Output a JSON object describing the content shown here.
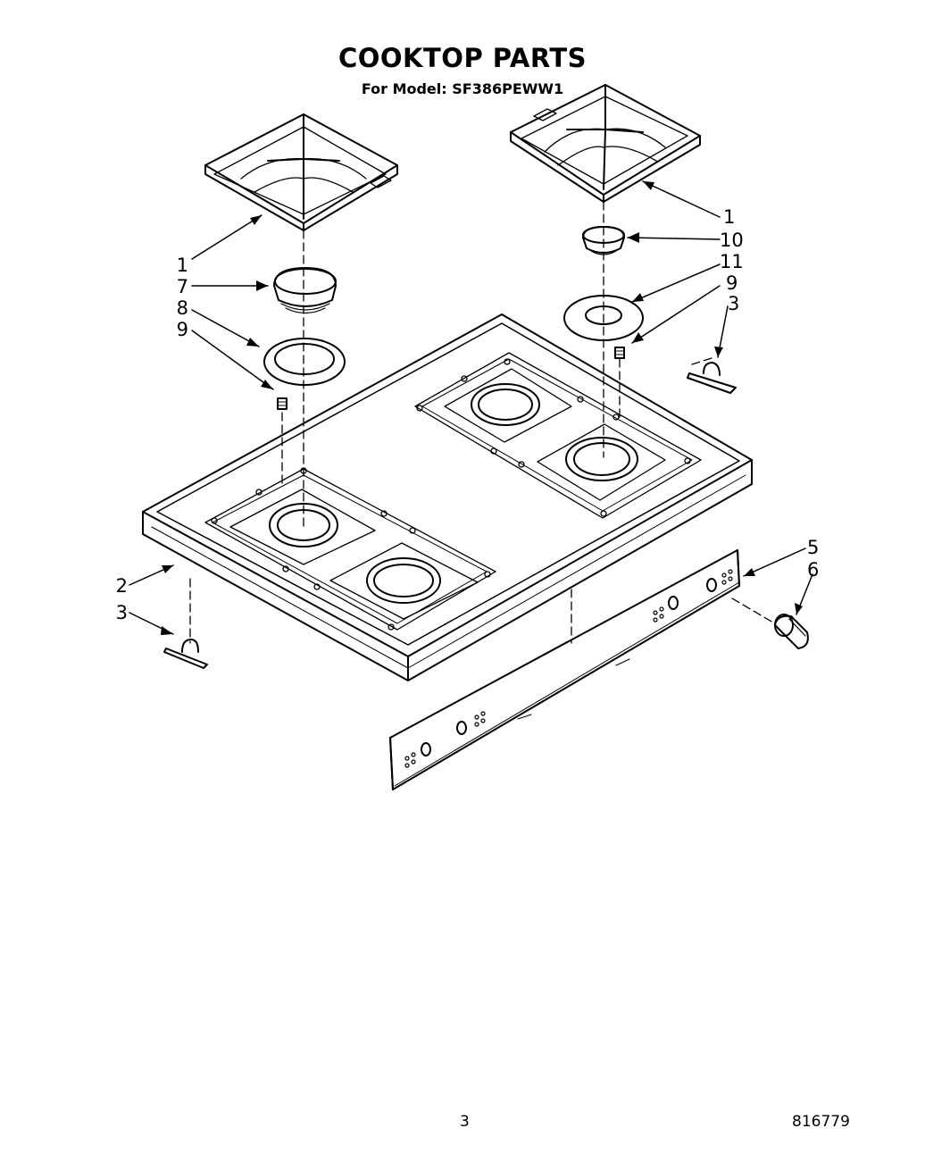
{
  "header": {
    "title": "COOKTOP PARTS",
    "subtitle": "For Model: SF386PEWW1"
  },
  "callouts": [
    "1",
    "7",
    "8",
    "9",
    "2",
    "3",
    "1",
    "10",
    "11",
    "9",
    "3",
    "5",
    "6"
  ],
  "footer": {
    "page_number": "3",
    "doc_number": "816779"
  }
}
